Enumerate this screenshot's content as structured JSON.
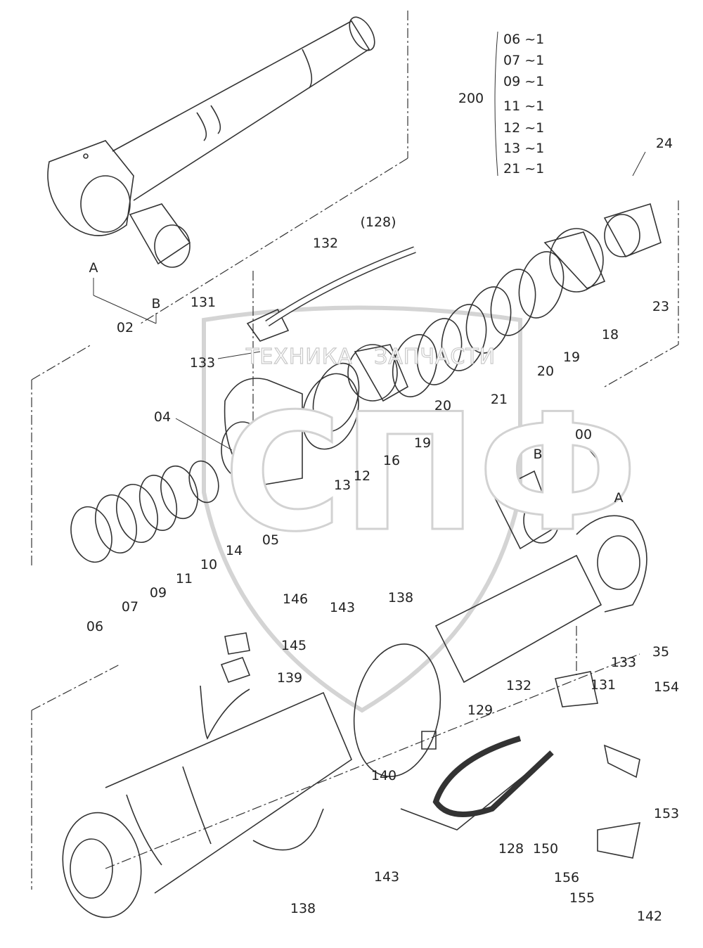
{
  "watermark": {
    "line1": "ТЕХНИКА",
    "line2": "ЗАПЧАСТИ",
    "logo": "СПФ"
  },
  "kit": {
    "number": "200",
    "items": [
      "06 ~1",
      "07 ~1",
      "09 ~1",
      "11 ~1",
      "12 ~1",
      "13 ~1",
      "21 ~1"
    ]
  },
  "labels": [
    "24",
    "23",
    "18",
    "19",
    "20",
    "21",
    "20",
    "19",
    "16",
    "12",
    "13",
    "(128)",
    "132",
    "131",
    "133",
    "04",
    "14",
    "10",
    "11",
    "09",
    "07",
    "06",
    "05",
    "02",
    "A",
    "B",
    "00",
    "B",
    "A",
    "146",
    "145",
    "139",
    "143",
    "138",
    "35",
    "133",
    "132",
    "131",
    "154",
    "129",
    "140",
    "153",
    "150",
    "128",
    "156",
    "155",
    "143",
    "142",
    "138"
  ]
}
